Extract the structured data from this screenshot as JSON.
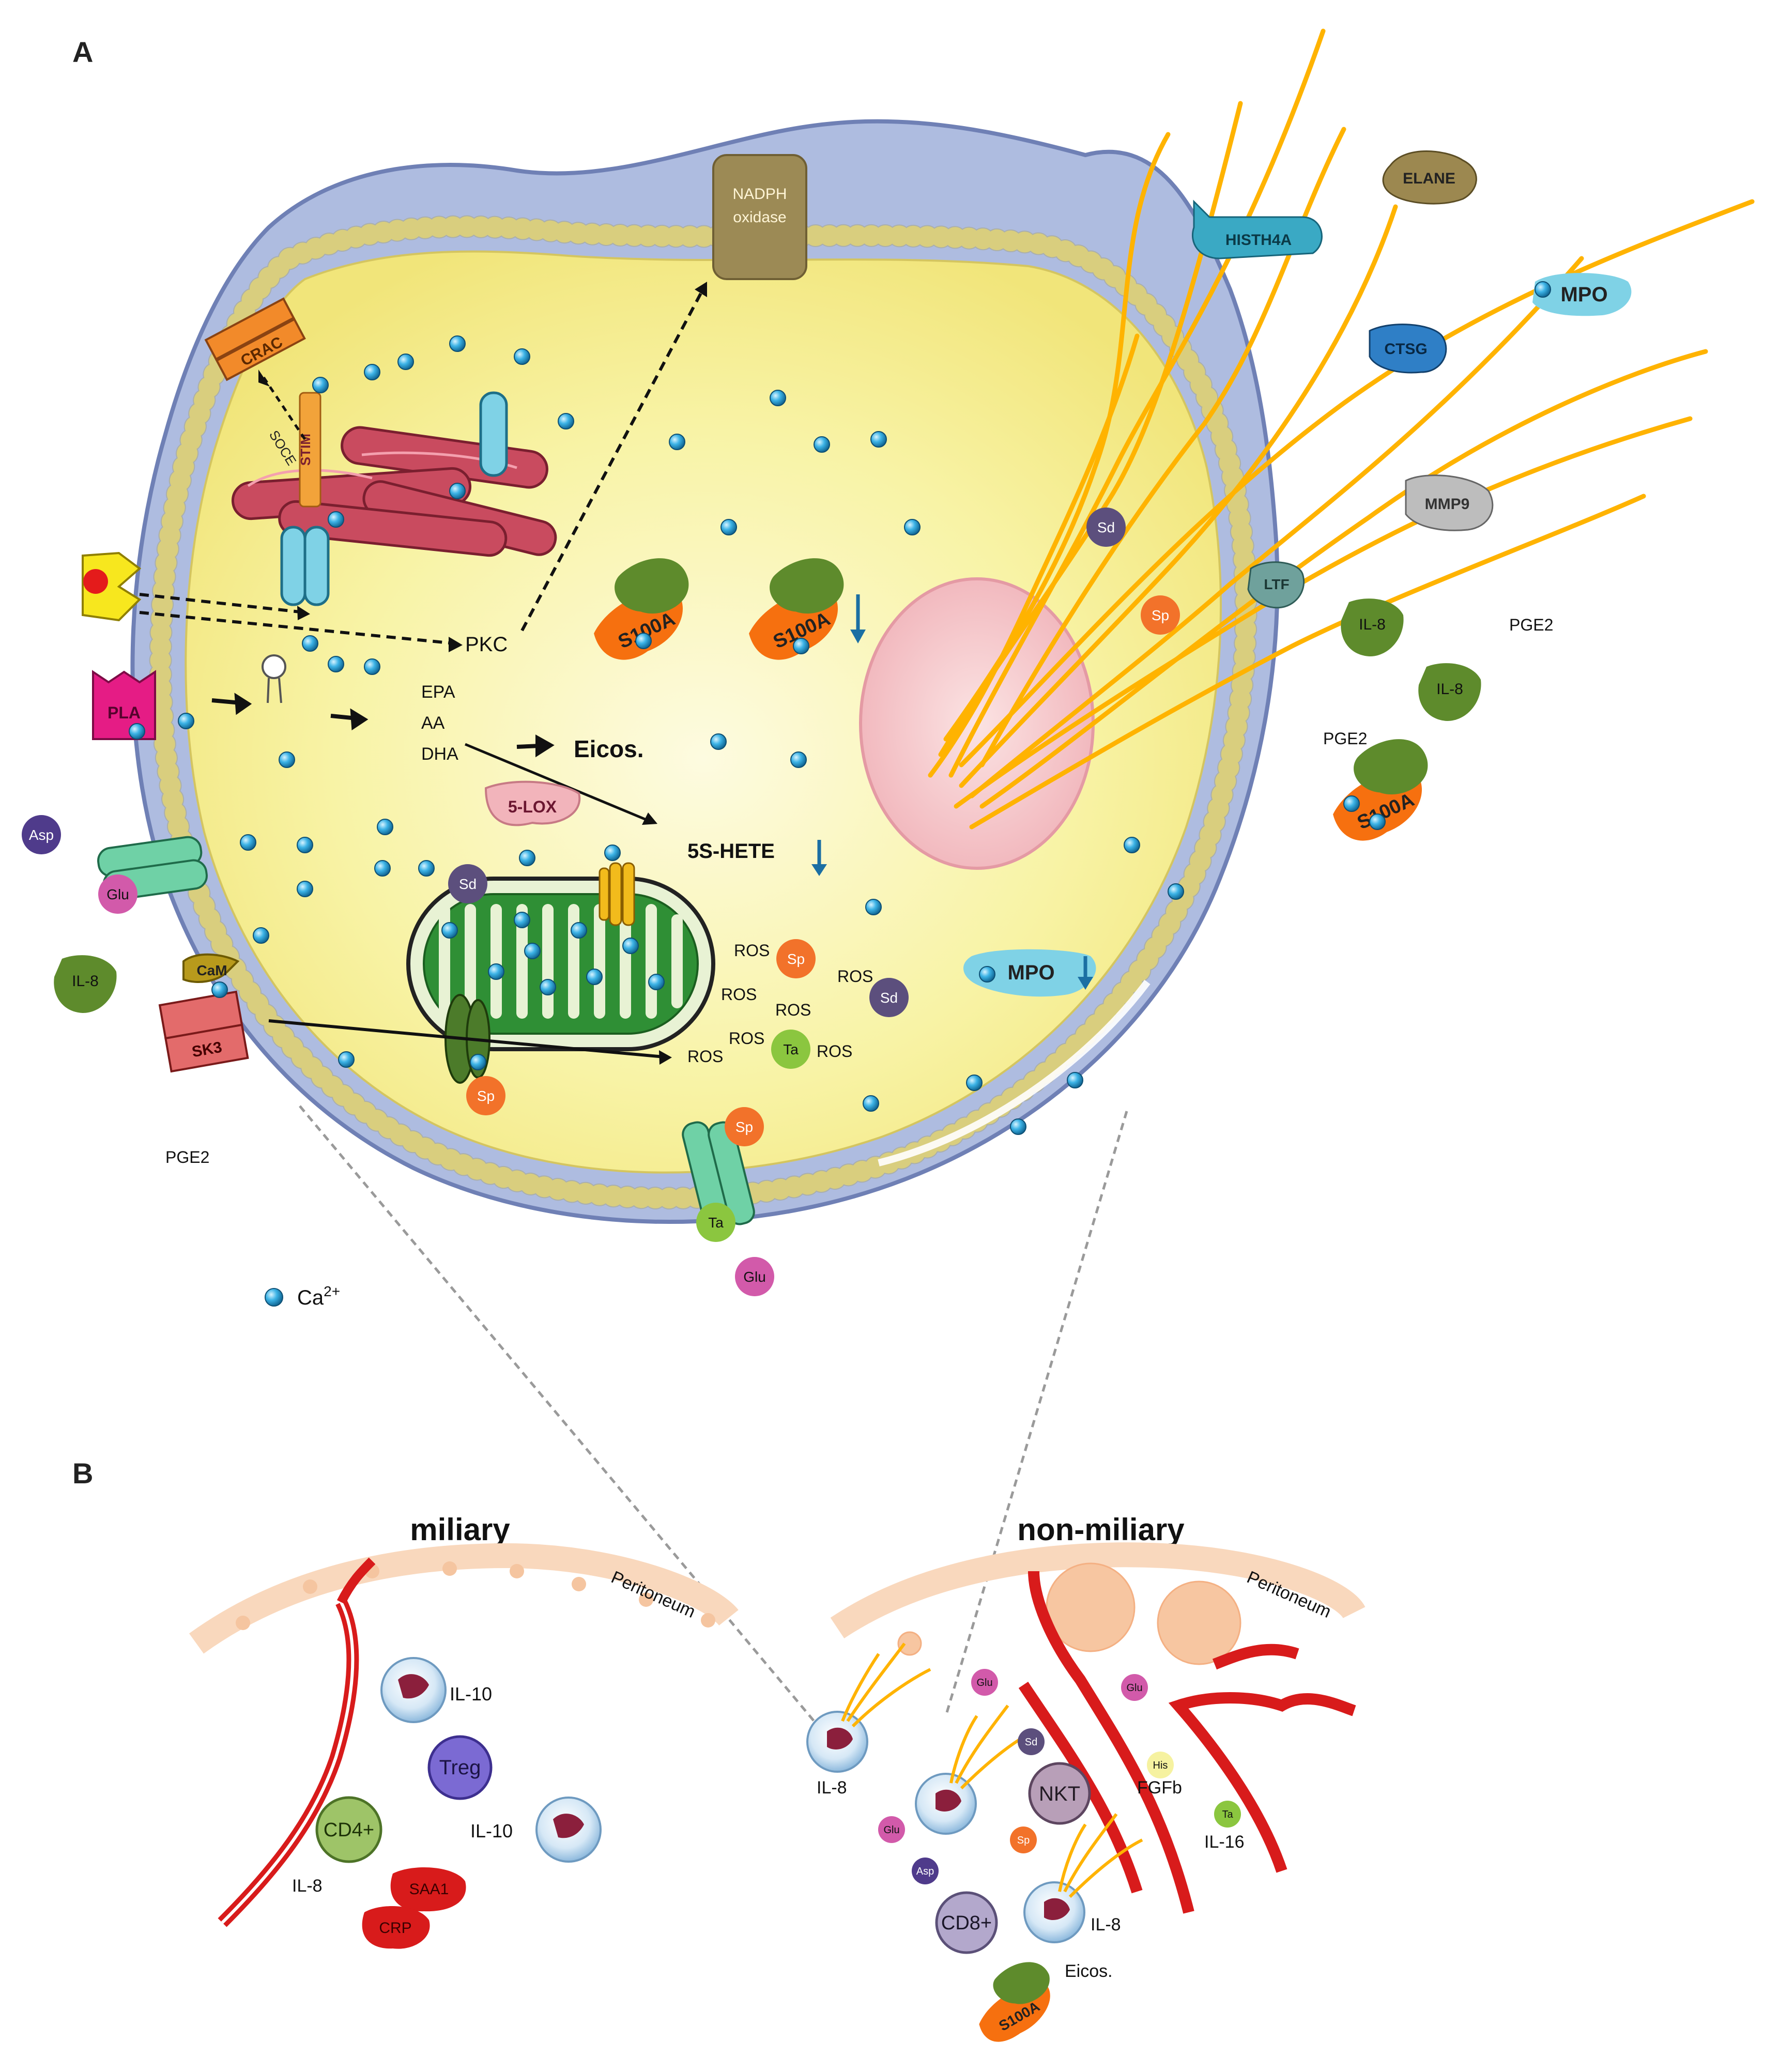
{
  "panels": {
    "a": "A",
    "b": "B"
  },
  "nadph": {
    "line1": "NADPH",
    "line2": "oxidase"
  },
  "cell_labels": {
    "crac": "CRAC",
    "soce": "SOCE",
    "stim": "STIM",
    "pkc": "PKC",
    "pla": "PLA",
    "epa": "EPA",
    "aa": "AA",
    "dha": "DHA",
    "eicos": "Eicos.",
    "lox": "5-LOX",
    "hete": "5S-HETE",
    "camlabel": "CaM",
    "sk3": "SK3",
    "mpo_in": "MPO",
    "s100a_1": "S100A",
    "s100a_2": "S100A"
  },
  "net_proteins": {
    "elane": "ELANE",
    "histh4a": "HISTH4A",
    "mpo": "MPO",
    "ctsg": "CTSG",
    "mmp9": "MMP9",
    "ltf": "LTF"
  },
  "outside": {
    "il8_a": "IL-8",
    "il8_b": "IL-8",
    "il8_c": "IL-8",
    "pge2_a": "PGE2",
    "pge2_b": "PGE2",
    "pge2_c": "PGE2",
    "s100a_out": "S100A",
    "asp": "Asp",
    "glu": "Glu"
  },
  "small": {
    "sd": "Sd",
    "sp": "Sp",
    "ta": "Ta",
    "glu": "Glu",
    "asp": "Asp",
    "his": "His"
  },
  "ros": "ROS",
  "legend": {
    "ca": "Ca",
    "sup": "2+"
  },
  "panel_b": {
    "miliary": {
      "title": "miliary",
      "peritoneum": "Peritoneum",
      "il10_a": "IL-10",
      "il10_b": "IL-10",
      "treg": "Treg",
      "cd4": "CD4+",
      "il8": "IL-8",
      "saa1": "SAA1",
      "crp": "CRP"
    },
    "nonmiliary": {
      "title": "non-miliary",
      "peritoneum": "Peritoneum",
      "il8_a": "IL-8",
      "il8_b": "IL-8",
      "nkt": "NKT",
      "fgfb": "FGFb",
      "il16": "IL-16",
      "cd8": "CD8+",
      "eicos": "Eicos.",
      "s100a": "S100A"
    }
  },
  "colors": {
    "cytoplasm": "#f7f29a",
    "nucleus": "#f4c4c8",
    "calcium": "#29a3d9",
    "net": "#ffb300",
    "membrane_bead": "#f6ec9a",
    "er": "#c94b5f",
    "mito": "#3fa03a"
  }
}
